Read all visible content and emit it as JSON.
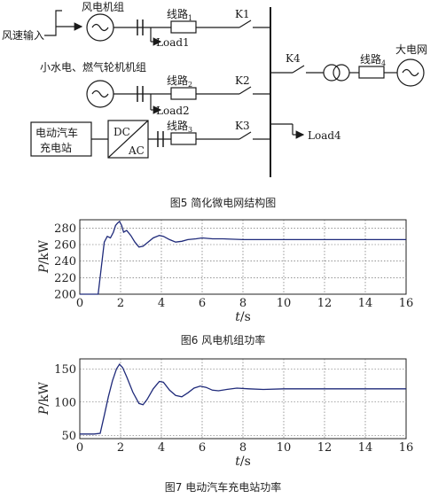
{
  "figure5": {
    "caption": "图5 简化微电网结构图",
    "labels": {
      "wind_input": "风速输入",
      "wind_generator": "风电机组",
      "line1_prefix": "线路",
      "line1_sub": "1",
      "load1": "Load1",
      "k1": "K1",
      "hydro_gas": "小水电、燃气轮机机组",
      "line2_prefix": "线路",
      "line2_sub": "2",
      "load2": "Load2",
      "k2": "K2",
      "ev_station_line1": "电动汽车",
      "ev_station_line2": "充电站",
      "dc": "DC",
      "ac": "AC",
      "line3_prefix": "线路",
      "line3_sub": "3",
      "k3": "K3",
      "k4": "K4",
      "line4_prefix": "线路",
      "line4_sub": "4",
      "grid": "大电网",
      "load4": "Load4"
    }
  },
  "figure6": {
    "caption": "图6 风电机组功率",
    "chart_data": {
      "type": "line",
      "xlabel_var": "t",
      "xlabel_unit": "/s",
      "ylabel_var": "P",
      "ylabel_unit": "/kW",
      "xlim": [
        0,
        16
      ],
      "ylim": [
        200,
        290
      ],
      "xticks": [
        0,
        2,
        4,
        6,
        8,
        10,
        12,
        14,
        16
      ],
      "yticks": [
        200,
        220,
        240,
        260,
        280
      ],
      "grid": true,
      "series": [
        {
          "color": "#1f2a7a",
          "x": [
            0,
            0.6,
            0.9,
            1.2,
            1.35,
            1.5,
            1.65,
            1.75,
            1.85,
            1.95,
            2.05,
            2.15,
            2.3,
            2.5,
            2.7,
            2.9,
            3.1,
            3.3,
            3.6,
            3.9,
            4.1,
            4.4,
            4.7,
            5.0,
            5.3,
            5.7,
            6.0,
            6.5,
            7.0,
            8.0,
            9.0,
            10.0,
            11.0,
            12.0,
            13.0,
            14.0,
            15.0,
            16.0
          ],
          "y": [
            200,
            200,
            200,
            263,
            270,
            268,
            275,
            283,
            286,
            288,
            283,
            275,
            277,
            271,
            263,
            257,
            258,
            262,
            268,
            271,
            270,
            266,
            263,
            264,
            266,
            267,
            268,
            267,
            267,
            266,
            266,
            266,
            266,
            266,
            266,
            266,
            266,
            266
          ]
        }
      ]
    }
  },
  "figure7": {
    "caption": "图7 电动汽车充电站功率",
    "chart_data": {
      "type": "line",
      "xlabel_var": "t",
      "xlabel_unit": "/s",
      "ylabel_var": "P",
      "ylabel_unit": "/kW",
      "xlim": [
        0,
        16
      ],
      "ylim": [
        45,
        165
      ],
      "xticks": [
        0,
        2,
        4,
        6,
        8,
        10,
        12,
        14,
        16
      ],
      "yticks": [
        50,
        100,
        150
      ],
      "grid": true,
      "series": [
        {
          "color": "#1f2a7a",
          "x": [
            0,
            0.7,
            1.0,
            1.2,
            1.4,
            1.6,
            1.8,
            1.95,
            2.1,
            2.3,
            2.6,
            2.9,
            3.1,
            3.3,
            3.6,
            3.9,
            4.1,
            4.4,
            4.7,
            5.0,
            5.3,
            5.6,
            5.9,
            6.2,
            6.5,
            6.8,
            7.2,
            7.7,
            8.3,
            9.0,
            10.0,
            11.0,
            12.0,
            13.0,
            14.0,
            15.0,
            16.0
          ],
          "y": [
            52,
            52,
            53,
            80,
            108,
            132,
            150,
            157,
            152,
            138,
            115,
            98,
            96,
            104,
            120,
            131,
            130,
            118,
            110,
            108,
            114,
            121,
            124,
            122,
            118,
            117,
            119,
            121,
            120,
            119,
            120,
            120,
            120,
            120,
            120,
            120,
            120
          ]
        }
      ]
    }
  }
}
